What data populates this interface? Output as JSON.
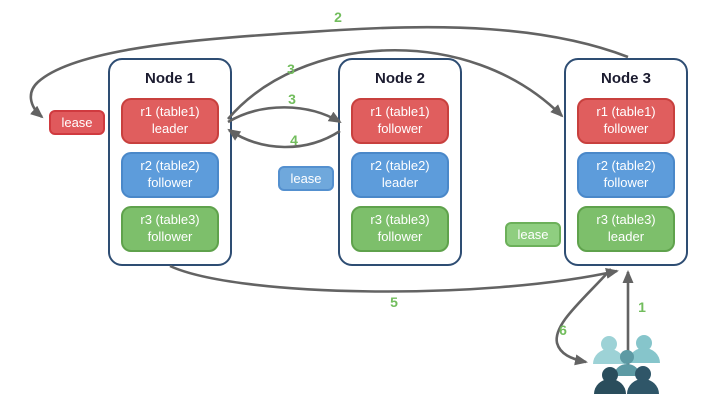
{
  "nodes": [
    {
      "title": "Node 1",
      "replicas": [
        {
          "name": "r1 (table1)",
          "role": "leader",
          "color": "red"
        },
        {
          "name": "r2 (table2)",
          "role": "follower",
          "color": "blue"
        },
        {
          "name": "r3 (table3)",
          "role": "follower",
          "color": "green"
        }
      ]
    },
    {
      "title": "Node 2",
      "replicas": [
        {
          "name": "r1 (table1)",
          "role": "follower",
          "color": "red"
        },
        {
          "name": "r2 (table2)",
          "role": "leader",
          "color": "blue"
        },
        {
          "name": "r3 (table3)",
          "role": "follower",
          "color": "green"
        }
      ]
    },
    {
      "title": "Node 3",
      "replicas": [
        {
          "name": "r1 (table1)",
          "role": "follower",
          "color": "red"
        },
        {
          "name": "r2 (table2)",
          "role": "follower",
          "color": "blue"
        },
        {
          "name": "r3 (table3)",
          "role": "leader",
          "color": "green"
        }
      ]
    }
  ],
  "lease_labels": [
    {
      "text": "lease",
      "color": "red"
    },
    {
      "text": "lease",
      "color": "blue"
    },
    {
      "text": "lease",
      "color": "green"
    }
  ],
  "steps": {
    "s1": "1",
    "s2": "2",
    "s3_upper": "3",
    "s3_lower": "3",
    "s4": "4",
    "s5": "5",
    "s6": "6"
  },
  "colors": {
    "background": "#ffffff",
    "node-border": "#2e4d73",
    "node-title": "#1b1b2f",
    "arrow": "#636363",
    "step-label": "#72bd5d",
    "red-fill": "#e05e5e",
    "red-border": "#c8403e",
    "blue-fill": "#5d9cdb",
    "blue-border": "#4a88c9",
    "green-fill": "#7dbf6b",
    "green-border": "#5fa24c",
    "lease-red-fill": "#e0595c",
    "lease-red-border": "#d03a3f",
    "lease-blue-fill": "#6fa8dc",
    "lease-blue-border": "#5490cf",
    "lease-green-fill": "#8fce80",
    "lease-green-border": "#6cb05a",
    "users-light1": "#9dd2d6",
    "users-light2": "#86c5cb",
    "users-mid": "#5d9aa4",
    "users-dark1": "#2a4d5c",
    "users-dark2": "#2f5668"
  }
}
